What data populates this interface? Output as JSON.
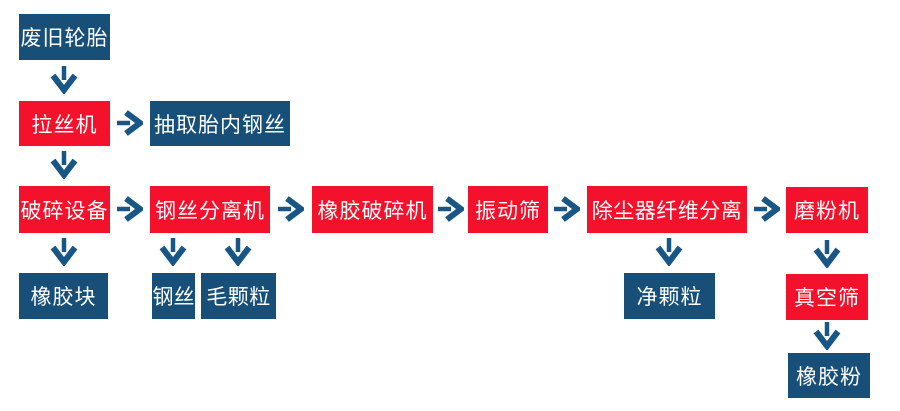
{
  "colors": {
    "process_box_red": "#f3112b",
    "material_box_blue": "#174f78",
    "arrow_blue": "#185785",
    "text_white": "#ffffff",
    "background": "#ffffff"
  },
  "nodes": [
    {
      "id": "waste-tires",
      "label": "废旧轮胎",
      "type": "material"
    },
    {
      "id": "wire-drawing-machine",
      "label": "拉丝机",
      "type": "process"
    },
    {
      "id": "extract-inner-steel-wire",
      "label": "抽取胎内钢丝",
      "type": "material"
    },
    {
      "id": "crushing-equipment",
      "label": "破碎设备",
      "type": "process"
    },
    {
      "id": "steel-wire-separator",
      "label": "钢丝分离机",
      "type": "process"
    },
    {
      "id": "rubber-crusher",
      "label": "橡胶破碎机",
      "type": "process"
    },
    {
      "id": "vibrating-screen",
      "label": "振动筛",
      "type": "process"
    },
    {
      "id": "dust-collector-fiber-separation",
      "label": "除尘器纤维分离",
      "type": "process"
    },
    {
      "id": "grinding-machine",
      "label": "磨粉机",
      "type": "process"
    },
    {
      "id": "rubber-blocks",
      "label": "橡胶块",
      "type": "material"
    },
    {
      "id": "steel-wire",
      "label": "钢丝",
      "type": "material"
    },
    {
      "id": "fuzzy-granules",
      "label": "毛颗粒",
      "type": "material"
    },
    {
      "id": "clean-granules",
      "label": "净颗粒",
      "type": "material"
    },
    {
      "id": "vacuum-screen",
      "label": "真空筛",
      "type": "process"
    },
    {
      "id": "rubber-powder",
      "label": "橡胶粉",
      "type": "material"
    }
  ],
  "edges": [
    {
      "from": "waste-tires",
      "to": "wire-drawing-machine",
      "direction": "down"
    },
    {
      "from": "wire-drawing-machine",
      "to": "extract-inner-steel-wire",
      "direction": "right"
    },
    {
      "from": "wire-drawing-machine",
      "to": "crushing-equipment",
      "direction": "down"
    },
    {
      "from": "crushing-equipment",
      "to": "steel-wire-separator",
      "direction": "right"
    },
    {
      "from": "crushing-equipment",
      "to": "rubber-blocks",
      "direction": "down"
    },
    {
      "from": "steel-wire-separator",
      "to": "rubber-crusher",
      "direction": "right"
    },
    {
      "from": "steel-wire-separator",
      "to": "steel-wire",
      "direction": "down"
    },
    {
      "from": "steel-wire-separator",
      "to": "fuzzy-granules",
      "direction": "down"
    },
    {
      "from": "rubber-crusher",
      "to": "vibrating-screen",
      "direction": "right"
    },
    {
      "from": "vibrating-screen",
      "to": "dust-collector-fiber-separation",
      "direction": "right"
    },
    {
      "from": "dust-collector-fiber-separation",
      "to": "grinding-machine",
      "direction": "right"
    },
    {
      "from": "dust-collector-fiber-separation",
      "to": "clean-granules",
      "direction": "down"
    },
    {
      "from": "grinding-machine",
      "to": "vacuum-screen",
      "direction": "down"
    },
    {
      "from": "vacuum-screen",
      "to": "rubber-powder",
      "direction": "down"
    }
  ]
}
